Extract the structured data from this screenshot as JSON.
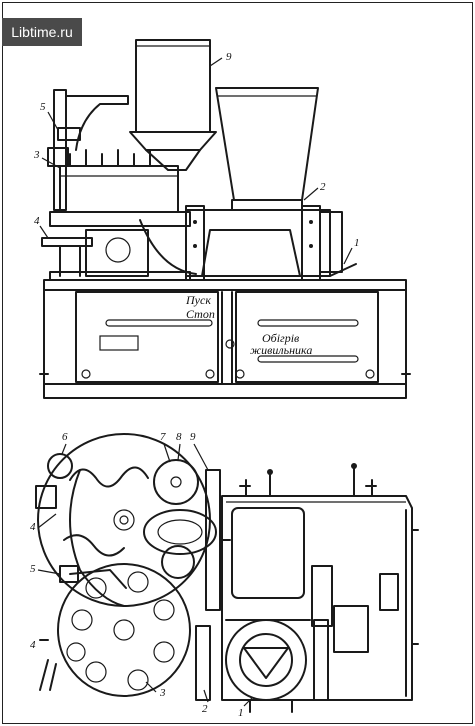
{
  "watermark": "Libtime.ru",
  "side_view": {
    "labels": [
      "9",
      "5",
      "3",
      "2",
      "4",
      "1"
    ],
    "panel_text": {
      "start": "Пуск",
      "stop": "Стоп",
      "heating": "Обігрів",
      "chamber": "живильника"
    }
  },
  "top_view": {
    "labels": [
      "6",
      "7",
      "8",
      "9",
      "4",
      "5",
      "4",
      "3",
      "2",
      "1"
    ]
  }
}
